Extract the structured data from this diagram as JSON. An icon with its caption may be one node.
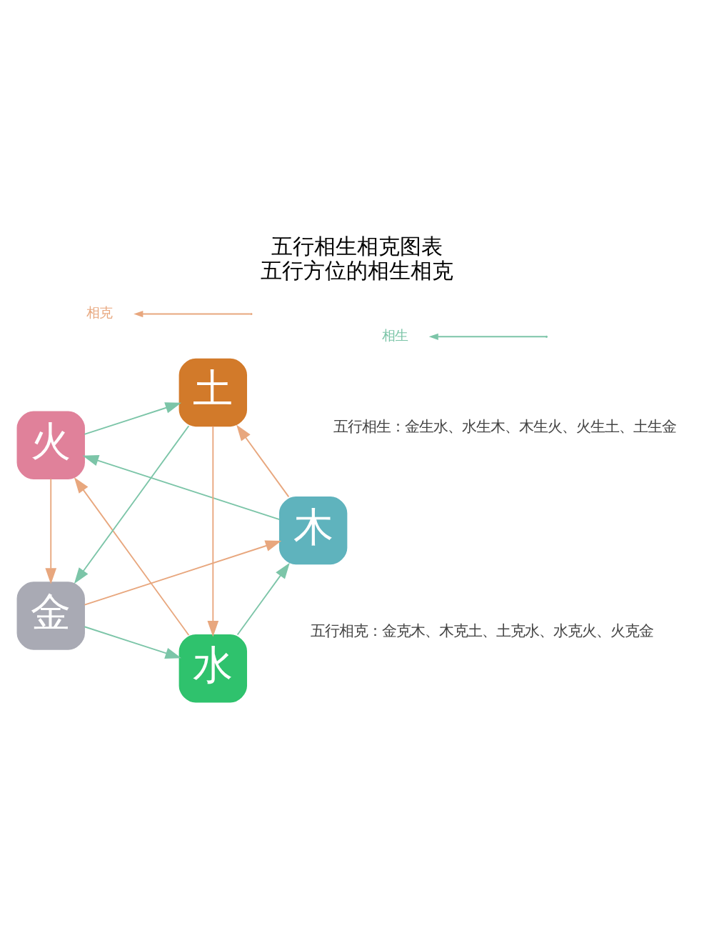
{
  "diagram": {
    "title": "五行相生相克图表",
    "caption": "五行方位的相生相克",
    "nodes": [
      {
        "text": [
          "水"
        ]
      },
      {
        "text": [
          "木"
        ]
      },
      {
        "text": [
          "火"
        ]
      },
      {
        "text": [
          "土"
        ]
      },
      {
        "text": [
          "金"
        ]
      }
    ],
    "edges": [
      {
        "from": 4,
        "to": 0,
        "arrow": "to",
        "color": "#7cc5a8"
      },
      {
        "from": 0,
        "to": 1,
        "arrow": "to",
        "color": "#7cc5a8"
      },
      {
        "from": 1,
        "to": 2,
        "arrow": "to",
        "color": "#7cc5a8"
      },
      {
        "from": 2,
        "to": 3,
        "arrow": "to",
        "color": "#7cc5a8"
      },
      {
        "from": 3,
        "to": 4,
        "arrow": "to",
        "color": "#7cc5a8"
      },
      {
        "from": 4,
        "to": 1,
        "arrow": "to",
        "color": "#e8a77e"
      },
      {
        "from": 1,
        "to": 3,
        "arrow": "to",
        "color": "#e8a77e"
      },
      {
        "from": 3,
        "to": 0,
        "arrow": "to",
        "color": "#e8a77e"
      },
      {
        "from": 0,
        "to": 2,
        "arrow": "to",
        "color": "#e8a77e"
      },
      {
        "from": 2,
        "to": 4,
        "arrow": "to",
        "color": "#e8a77e"
      }
    ],
    "labels": [
      "五行相生：金生水、水生木、木生火、火生土、土生金",
      "五行相克：金克木、木克土、土克水、水克火、火克金"
    ],
    "legend": [
      {
        "text": "相生"
      },
      {
        "text": "相克"
      }
    ]
  }
}
